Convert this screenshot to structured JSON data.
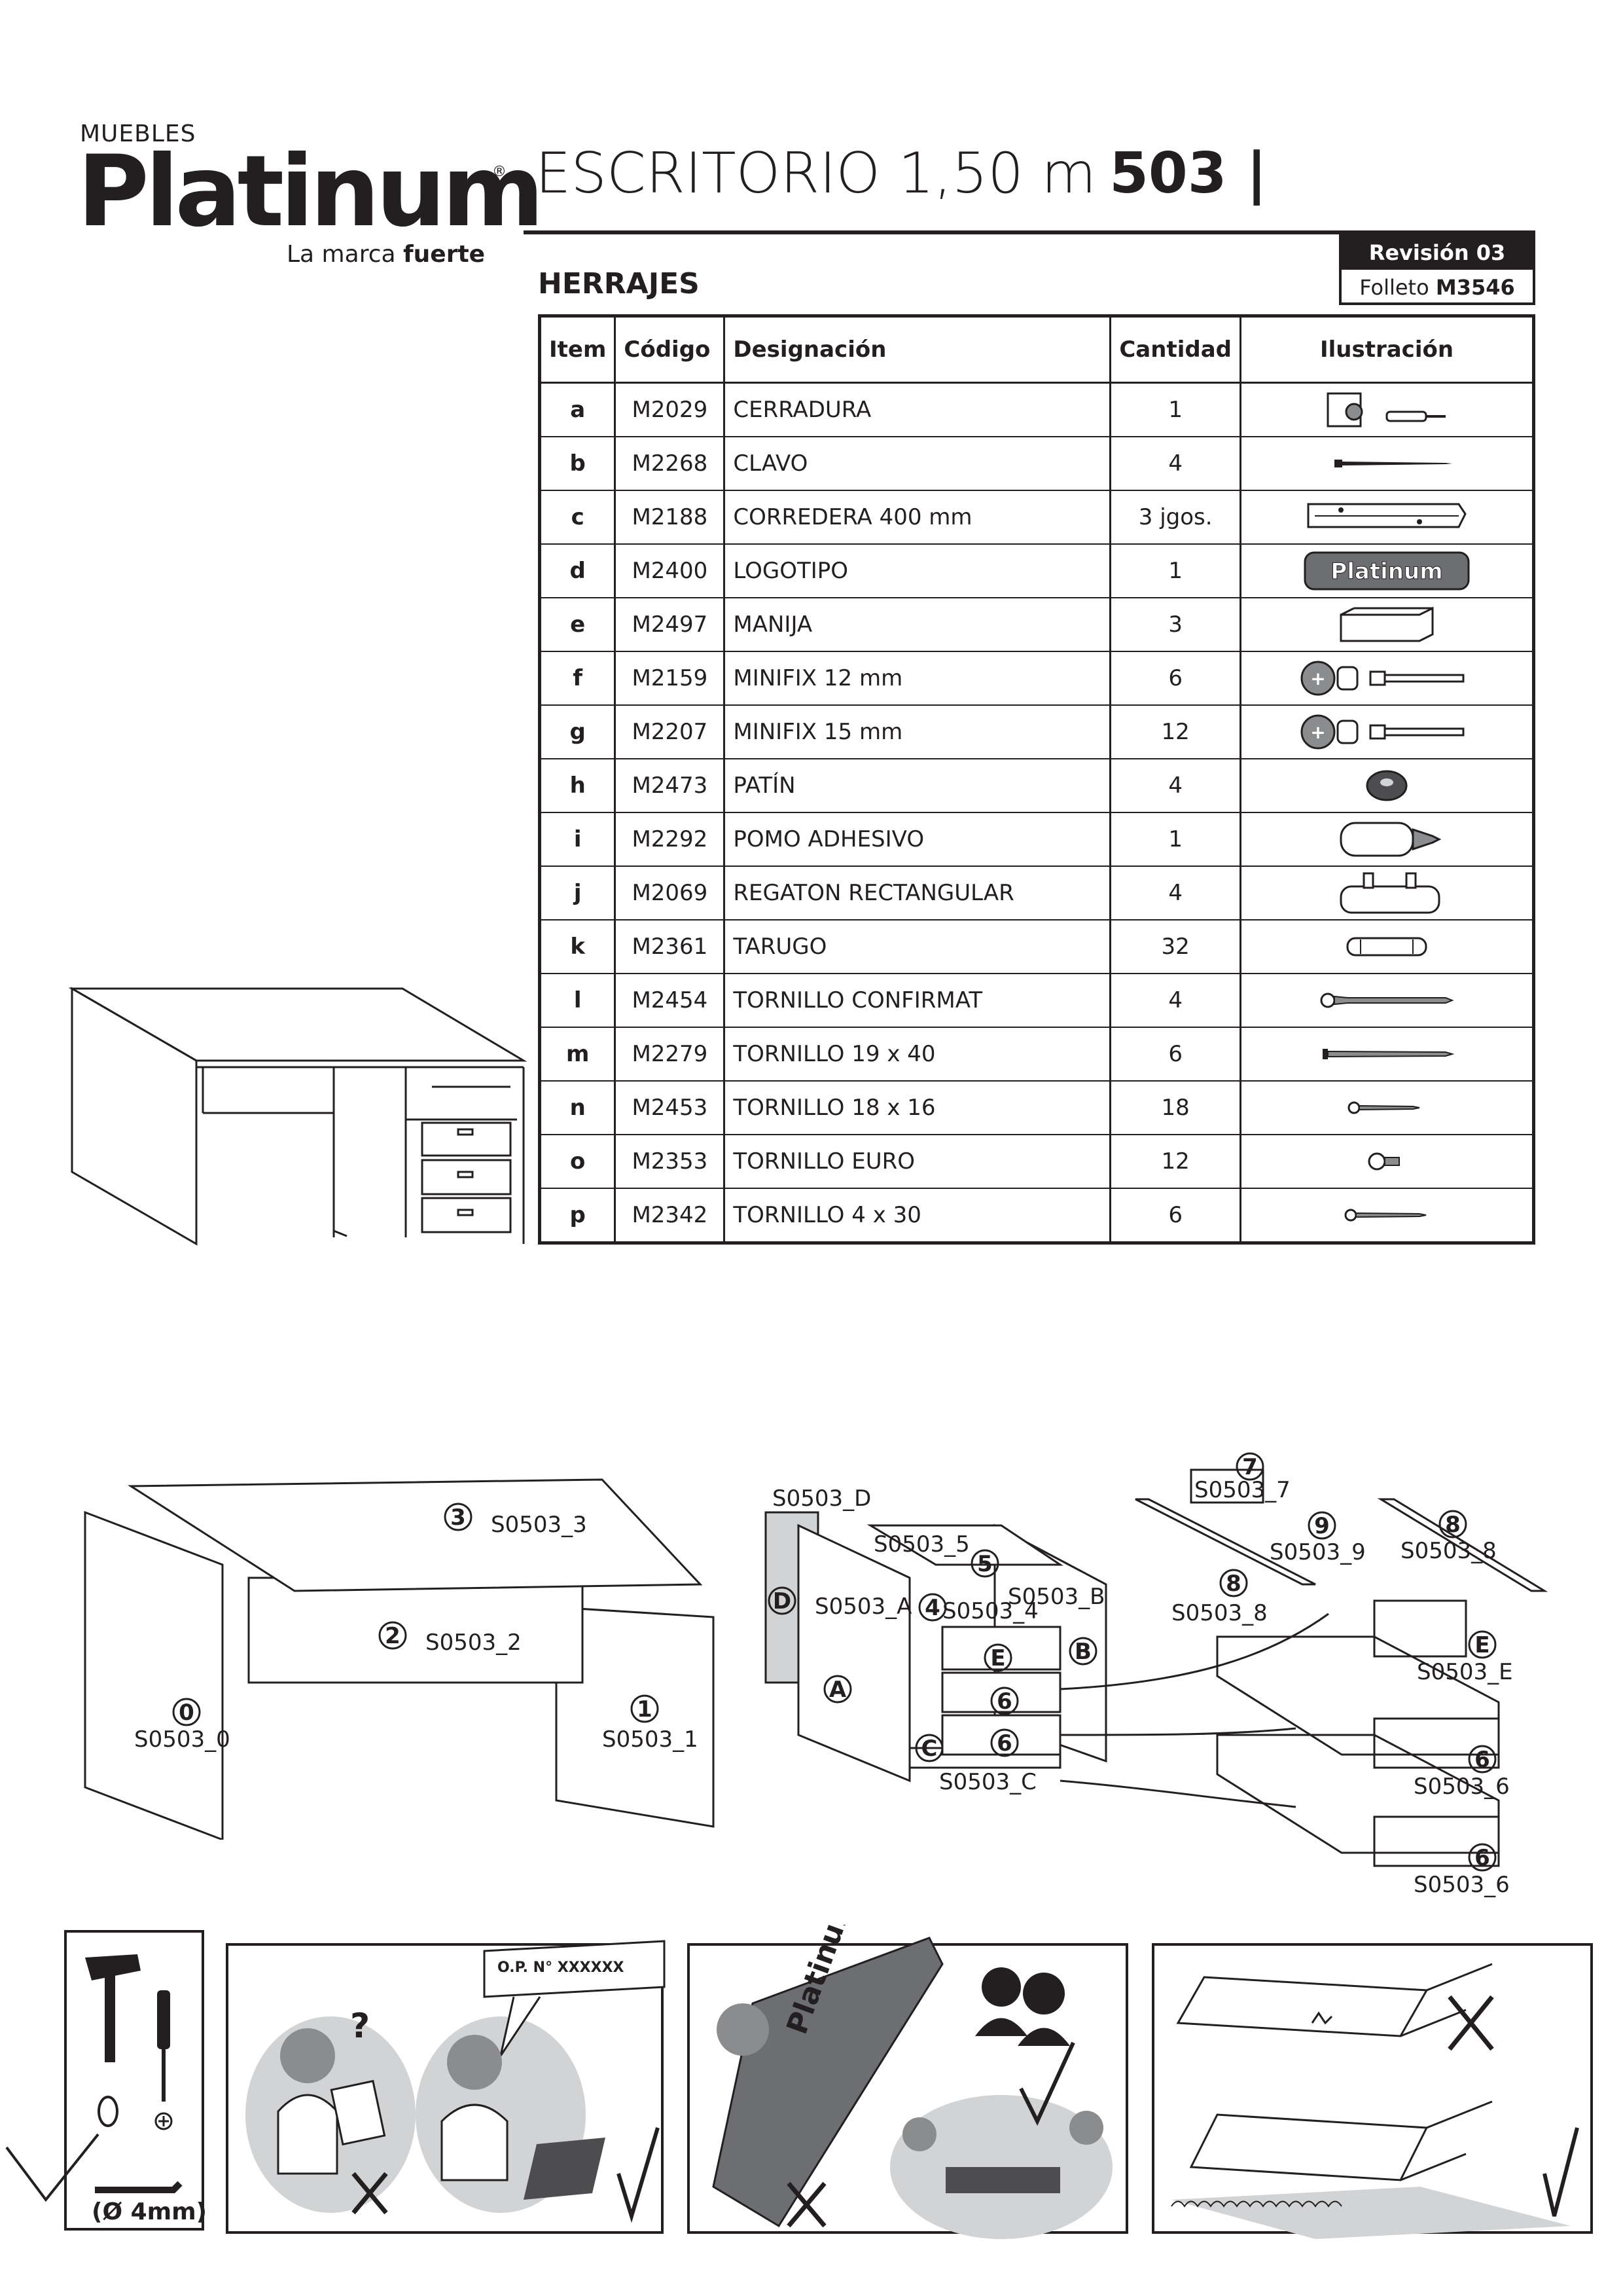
{
  "brand": {
    "top_text": "MUEBLES",
    "name": "Platinum",
    "registered": "®",
    "tagline_regular": "La marca",
    "tagline_bold": "fuerte"
  },
  "product": {
    "title": "ESCRITORIO 1,50 m",
    "model": "503 |"
  },
  "revision": {
    "label": "Revisión 03",
    "folleto_label": "Folleto",
    "folleto_code": "M3546"
  },
  "section_title": "HERRAJES",
  "table": {
    "headers": [
      "Item",
      "Código",
      "Designación",
      "Cantidad",
      "Ilustración"
    ],
    "rows": [
      {
        "item": "a",
        "code": "M2029",
        "name": "CERRADURA",
        "qty": "1",
        "icon": "lock-icon"
      },
      {
        "item": "b",
        "code": "M2268",
        "name": "CLAVO",
        "qty": "4",
        "icon": "nail-icon"
      },
      {
        "item": "c",
        "code": "M2188",
        "name": "CORREDERA 400 mm",
        "qty": "3 jgos.",
        "icon": "drawer-slide-icon"
      },
      {
        "item": "d",
        "code": "M2400",
        "name": "LOGOTIPO",
        "qty": "1",
        "icon": "logo-badge-icon",
        "icon_text": "Platinum"
      },
      {
        "item": "e",
        "code": "M2497",
        "name": "MANIJA",
        "qty": "3",
        "icon": "handle-icon"
      },
      {
        "item": "f",
        "code": "M2159",
        "name": "MINIFIX 12 mm",
        "qty": "6",
        "icon": "minifix-icon"
      },
      {
        "item": "g",
        "code": "M2207",
        "name": "MINIFIX 15 mm",
        "qty": "12",
        "icon": "minifix-icon"
      },
      {
        "item": "h",
        "code": "M2473",
        "name": "PATÍN",
        "qty": "4",
        "icon": "glide-icon"
      },
      {
        "item": "i",
        "code": "M2292",
        "name": "POMO ADHESIVO",
        "qty": "1",
        "icon": "adhesive-knob-icon"
      },
      {
        "item": "j",
        "code": "M2069",
        "name": "REGATON RECTANGULAR",
        "qty": "4",
        "icon": "rectangular-foot-icon"
      },
      {
        "item": "k",
        "code": "M2361",
        "name": "TARUGO",
        "qty": "32",
        "icon": "dowel-icon"
      },
      {
        "item": "l",
        "code": "M2454",
        "name": "TORNILLO CONFIRMAT",
        "qty": "4",
        "icon": "confirmat-screw-icon"
      },
      {
        "item": "m",
        "code": "M2279",
        "name": "TORNILLO  19 x 40",
        "qty": "6",
        "icon": "long-screw-icon"
      },
      {
        "item": "n",
        "code": "M2453",
        "name": "TORNILLO 18 x 16",
        "qty": "18",
        "icon": "short-screw-icon"
      },
      {
        "item": "o",
        "code": "M2353",
        "name": "TORNILLO EURO",
        "qty": "12",
        "icon": "euro-screw-icon"
      },
      {
        "item": "p",
        "code": "M2342",
        "name": "TORNILLO 4 x 30",
        "qty": "6",
        "icon": "small-screw-icon"
      }
    ]
  },
  "assembly": {
    "desk_parts": [
      {
        "num": "3",
        "label": "S0503_3"
      },
      {
        "num": "2",
        "label": "S0503_2"
      },
      {
        "num": "0",
        "label": "S0503_0"
      },
      {
        "num": "1",
        "label": "S0503_1"
      }
    ],
    "cabinet_parts": {
      "d_label": "S0503_D",
      "five_label": "S0503_5",
      "a_label": "S0503_A",
      "four_label": "S0503_4",
      "b_label": "S0503_B",
      "c_label": "S0503_C",
      "letters": [
        "D",
        "A",
        "B",
        "C",
        "E"
      ],
      "nums": [
        "5",
        "4",
        "6",
        "6"
      ]
    },
    "drawer_parts": {
      "seven_label": "S0503_7",
      "nine_label": "S0503_9",
      "eight_label_a": "S0503_8",
      "eight_label_b": "S0503_8",
      "e_label": "S0503_E",
      "six_label_a": "S0503_6",
      "six_label_b": "S0503_6",
      "nums": [
        "7",
        "9",
        "8",
        "8",
        "E",
        "6",
        "6"
      ]
    }
  },
  "instructions": {
    "tool_size": "(Ø 4mm)",
    "op_label": "O.P. N° XXXXXX",
    "box_brand": "Platinum",
    "question_mark": "?"
  }
}
